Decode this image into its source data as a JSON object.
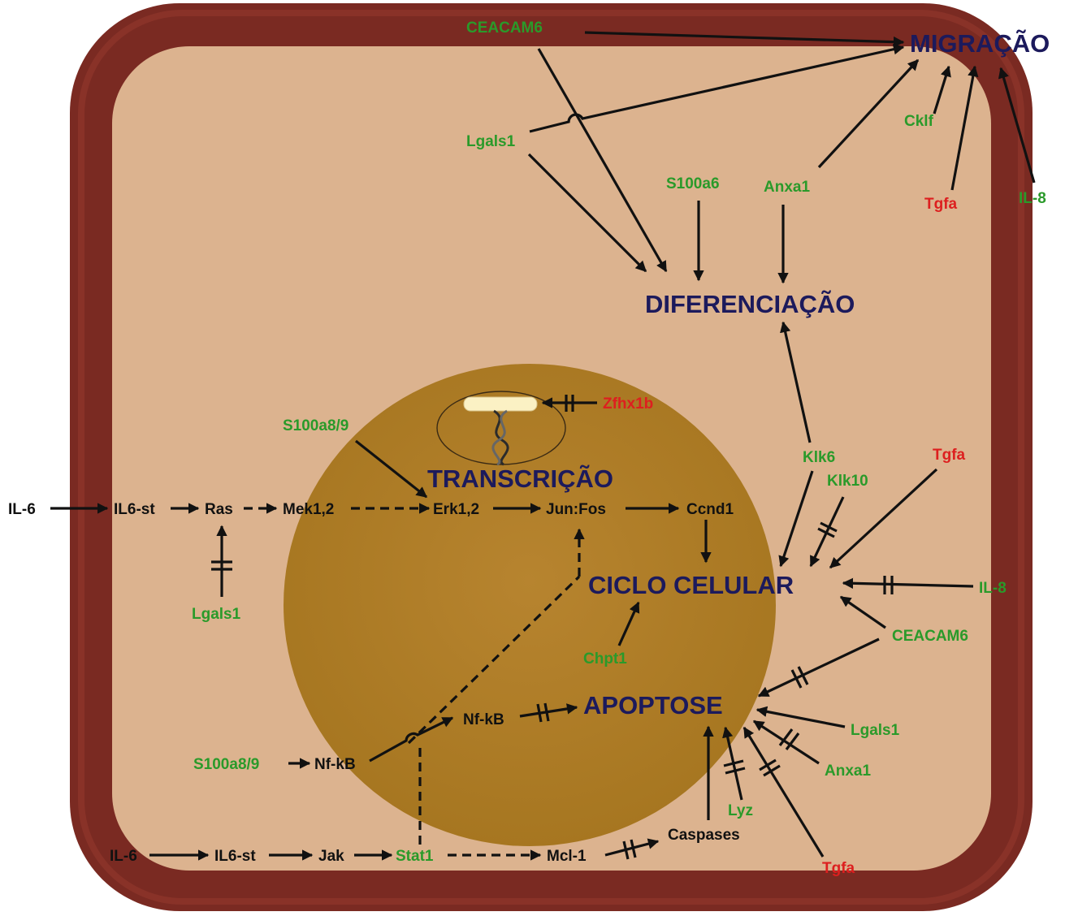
{
  "processes": {
    "migracao": "MIGRAÇÃO",
    "diferenciacao": "DIFERENCIAÇÃO",
    "transcricao": "TRANSCRIÇÃO",
    "ciclo_celular": "CICLO CELULAR",
    "apoptose": "APOPTOSE"
  },
  "genes": {
    "ceacam6_top": "CEACAM6",
    "lgals1_top": "Lgals1",
    "s100a6": "S100a6",
    "anxa1_top": "Anxa1",
    "cklf": "Cklf",
    "tgfa_top": "Tgfa",
    "il8_top": "IL-8",
    "zfhx1b": "Zfhx1b",
    "s100a89_mid": "S100a8/9",
    "klk6": "Klk6",
    "klk10": "Klk10",
    "tgfa_mid": "Tgfa",
    "il8_mid": "IL-8",
    "ceacam6_right": "CEACAM6",
    "lgals1_mid": "Lgals1",
    "chpt1": "Chpt1",
    "lgals1_right": "Lgals1",
    "anxa1_right": "Anxa1",
    "lyz": "Lyz",
    "tgfa_bottom": "Tgfa",
    "s100a89_low": "S100a8/9",
    "stat1": "Stat1"
  },
  "pathway": {
    "il6_top": "IL-6",
    "il6st_top": "IL6-st",
    "ras": "Ras",
    "mek12": "Mek1,2",
    "erk12": "Erk1,2",
    "junfos": "Jun:Fos",
    "ccnd1": "Ccnd1",
    "nfkb_mid": "Nf-kB",
    "nfkb_low": "Nf-kB",
    "il6_bottom": "IL-6",
    "il6st_bottom": "IL6-st",
    "jak": "Jak",
    "mcl1": "Mcl-1",
    "caspases": "Caspases"
  },
  "colors": {
    "membrane": "#7a2a22",
    "cytoplasm": "#dcb38f",
    "nucleus": "#b07d2a",
    "process_text": "#1c1a5c",
    "gene_green": "#2a9a2a",
    "gene_red": "#dd1f1f"
  }
}
